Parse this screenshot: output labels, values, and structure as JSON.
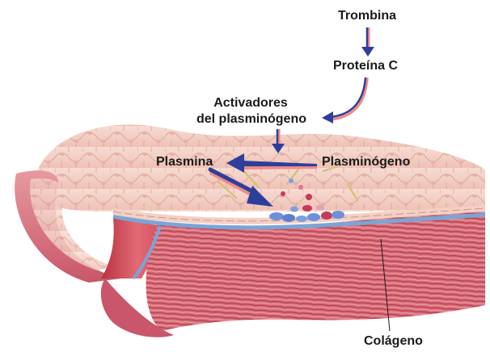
{
  "labels": {
    "trombina": "Trombina",
    "proteina_c": "Proteína C",
    "activadores_line1": "Activadores",
    "activadores_line2": "del plasminógeno",
    "plasmina": "Plasmina",
    "plasminogeno": "Plasminógeno",
    "colageno": "Colágeno"
  },
  "colors": {
    "arrow_blue": "#2d3f9a",
    "arrow_pink": "#f08a8a",
    "endothelium": "#f3cfc4",
    "wall_red": "#c7404f",
    "basement_blue": "#7aa5d6",
    "cell_blue": "#6f8fd8",
    "cell_red": "#c43a5b"
  }
}
